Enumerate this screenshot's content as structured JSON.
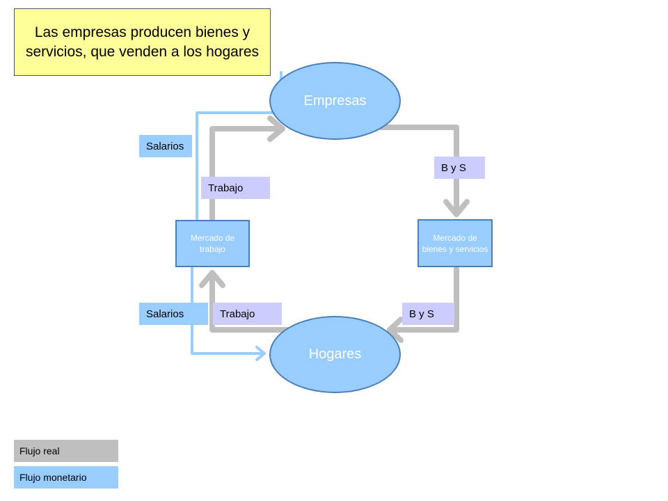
{
  "callout": {
    "text": "Las empresas producen bienes y servicios, que venden a los hogares"
  },
  "nodes": {
    "empresas": "Empresas",
    "hogares": "Hogares",
    "mercado_trabajo": "Mercado de trabajo",
    "mercado_bienes": "Mercado de bienes y servicios"
  },
  "flow_labels": {
    "salarios_top": "Salarios",
    "trabajo_top": "Trabajo",
    "bys_top": "B y S",
    "salarios_bottom": "Salarios",
    "trabajo_bottom": "Trabajo",
    "bys_bottom": "B y S"
  },
  "legend": {
    "real": "Flujo real",
    "monetary": "Flujo monetario"
  },
  "colors": {
    "real_flow": "#bfbfbf",
    "monetary_flow": "#99ccff",
    "node_fill": "#99ccff",
    "node_border": "#4a7ebb",
    "callout_fill": "#ffff99",
    "label_real_fill": "#ccccff",
    "label_monetary_fill": "#99ccff"
  }
}
